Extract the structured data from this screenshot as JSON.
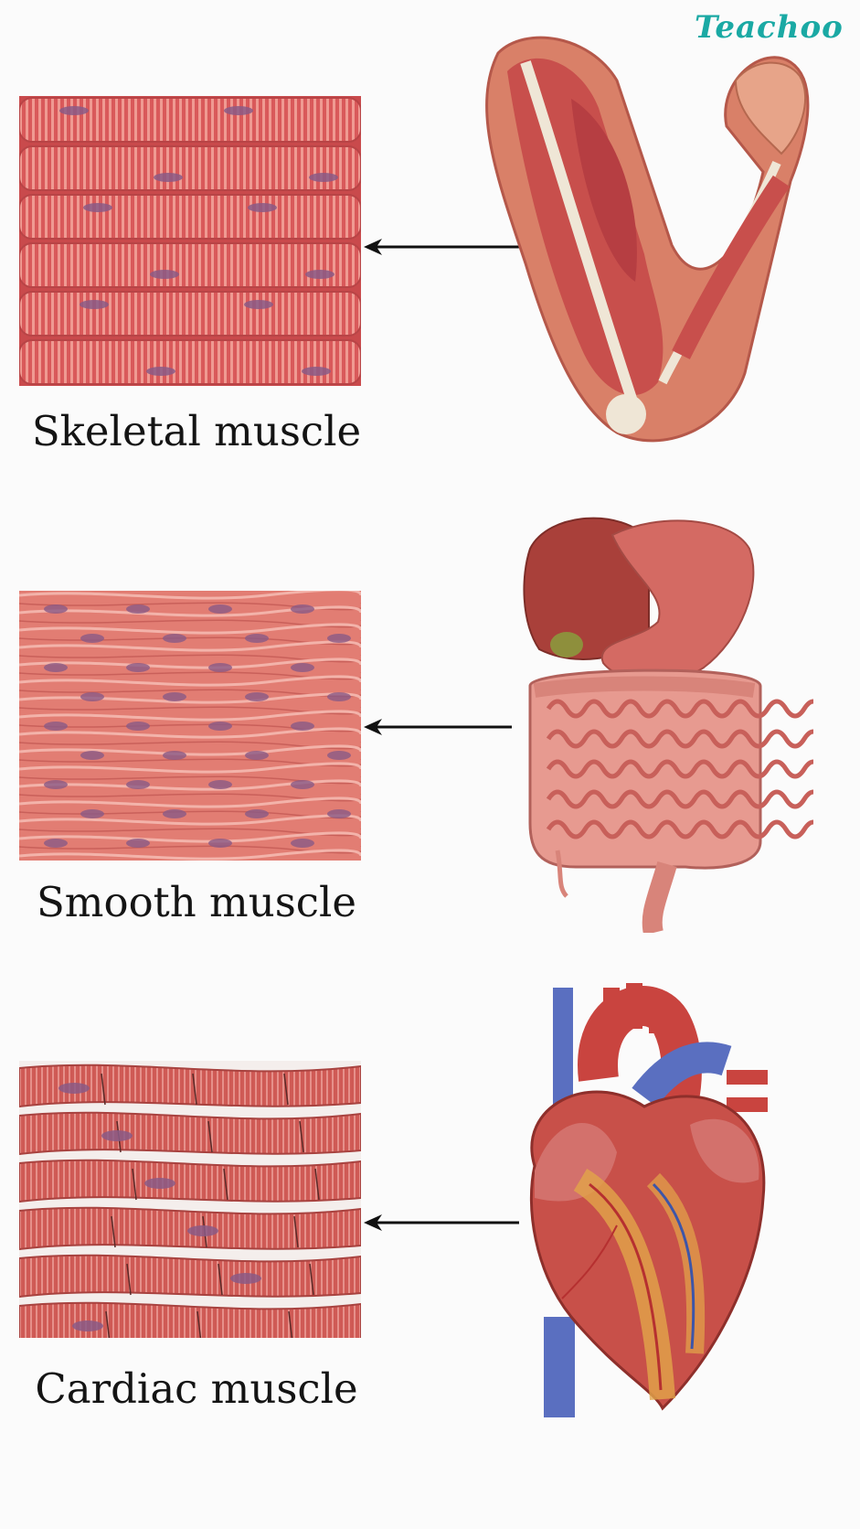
{
  "brand": {
    "logo_text": "Teachoo",
    "color": "#1aa9a4"
  },
  "sections": [
    {
      "label": "Skeletal muscle",
      "tissue_icon": "striated-fibers",
      "organ_icon": "arm-muscle"
    },
    {
      "label": "Smooth muscle",
      "tissue_icon": "spindle-fibers",
      "organ_icon": "digestive-organs"
    },
    {
      "label": "Cardiac muscle",
      "tissue_icon": "branched-fibers",
      "organ_icon": "heart"
    }
  ],
  "colors": {
    "muscle_red": "#d9595a",
    "muscle_light": "#ea8f87",
    "nucleus": "#8a5a86",
    "arrow": "#111111",
    "tendon": "#efe6d6",
    "vein_blue": "#5a6fc0"
  }
}
